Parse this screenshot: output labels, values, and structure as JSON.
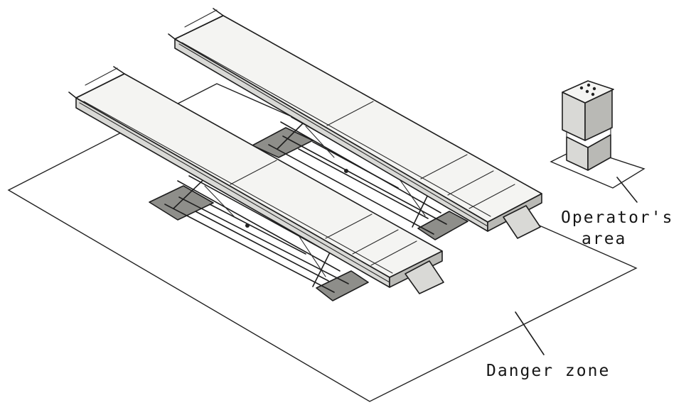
{
  "labels": {
    "operator_area_line1": "Operator's",
    "operator_area_line2": "area",
    "danger_zone": "Danger zone"
  },
  "colors": {
    "ink": "#1e1e1e",
    "background": "#ffffff"
  }
}
